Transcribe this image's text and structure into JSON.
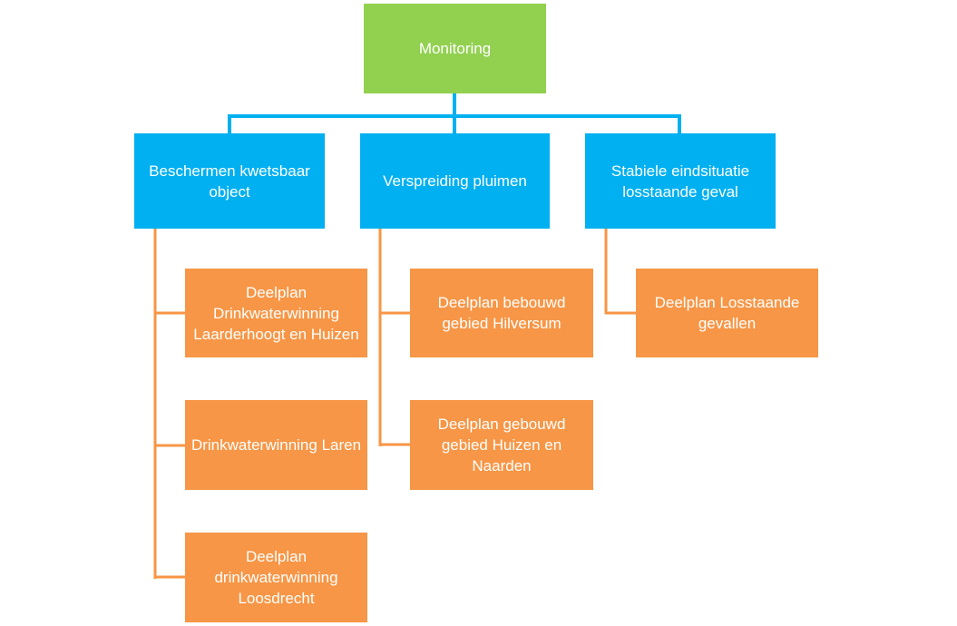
{
  "colors": {
    "root": "#92d050",
    "level1": "#00b0f0",
    "level2": "#f79646",
    "connector_blue": "#00b0f0",
    "connector_orange": "#f79646"
  },
  "root": {
    "label": "Monitoring"
  },
  "branches": [
    {
      "label": "Beschermen kwetsbaar object",
      "children": [
        "Deelplan Drinkwaterwinning Laarderhoogt en Huizen",
        "Drinkwaterwinning Laren",
        "Deelplan drinkwaterwinning Loosdrecht"
      ]
    },
    {
      "label": "Verspreiding pluimen",
      "children": [
        "Deelplan bebouwd gebied Hilversum",
        "Deelplan gebouwd gebied Huizen en Naarden"
      ]
    },
    {
      "label": "Stabiele eindsituatie losstaande geval",
      "children": [
        "Deelplan Losstaande gevallen"
      ]
    }
  ]
}
